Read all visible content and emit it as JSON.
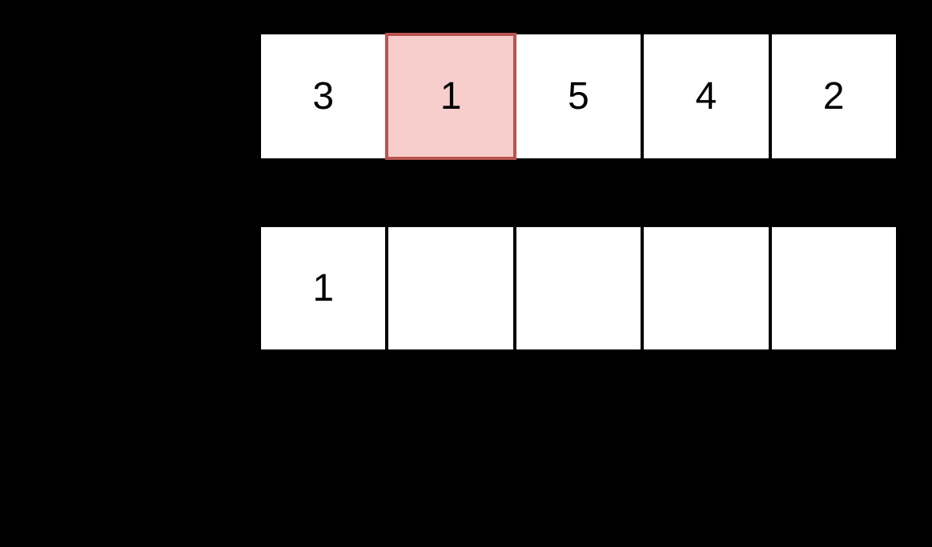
{
  "colors": {
    "background": "#000000",
    "cell_fill": "#ffffff",
    "cell_border": "#000000",
    "highlight_fill": "#f8cecc",
    "highlight_border": "#b85450",
    "text": "#000000"
  },
  "top_row": {
    "cells": [
      {
        "value": "3",
        "highlighted": false
      },
      {
        "value": "1",
        "highlighted": true
      },
      {
        "value": "5",
        "highlighted": false
      },
      {
        "value": "4",
        "highlighted": false
      },
      {
        "value": "2",
        "highlighted": false
      }
    ]
  },
  "bottom_row": {
    "cells": [
      {
        "value": "1",
        "highlighted": false
      },
      {
        "value": "",
        "highlighted": false
      },
      {
        "value": "",
        "highlighted": false
      },
      {
        "value": "",
        "highlighted": false
      },
      {
        "value": "",
        "highlighted": false
      }
    ]
  }
}
